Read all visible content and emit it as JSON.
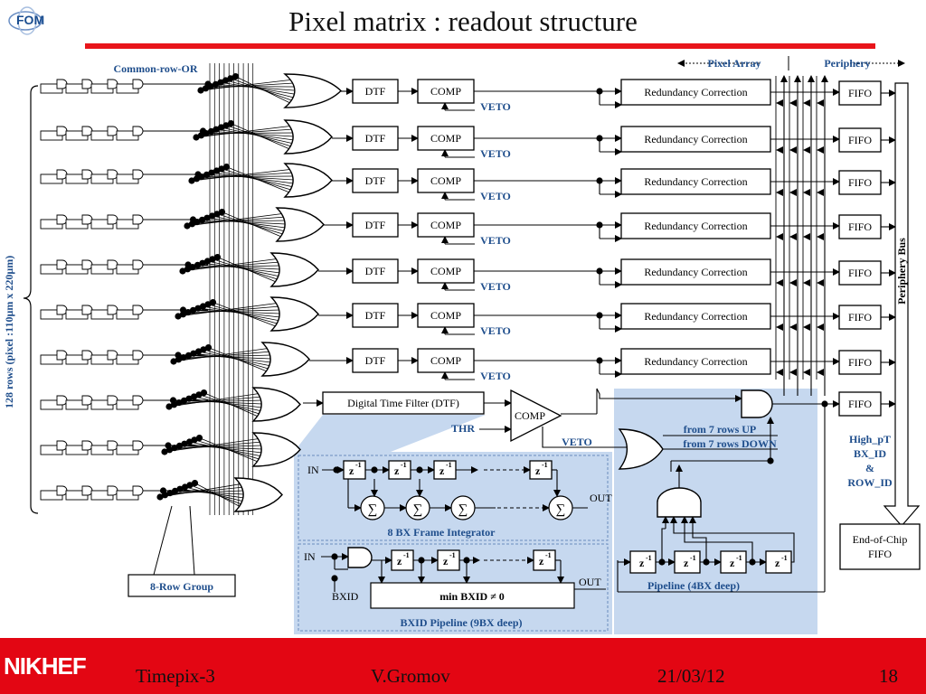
{
  "title": "Pixel matrix : readout structure",
  "logo_top": "FOM",
  "logo_bottom": "NIKHEF",
  "footer": {
    "left": "Timepix-3",
    "author": "V.Gromov",
    "date": "21/03/12",
    "page": "18"
  },
  "labels": {
    "common_row_or": "Common-row-OR",
    "pixel_array": "Pixel Array",
    "periphery": "Periphery",
    "rows": "128 rows (pixel :110µm  x  220µm)",
    "row_group": "8-Row Group",
    "periphery_bus": "Periphery  Bus",
    "dtf": "DTF",
    "comp": "COMP",
    "veto": "VETO",
    "redundancy": "Redundancy Correction",
    "fifo": "FIFO",
    "digital_filter": "Digital Time Filter (DTF)",
    "thr": "THR",
    "from_up": "from 7 rows UP",
    "from_down": "from 7 rows DOWN",
    "high_pt": [
      "High_pT",
      "BX_ID",
      "&",
      "ROW_ID"
    ],
    "eoc_fifo": [
      "End-of-Chip",
      "FIFO"
    ],
    "in": "IN",
    "out": "OUT",
    "z": "z",
    "z_exp": "-1",
    "sigma": "∑",
    "integrator": "8 BX Frame Integrator",
    "bxid": "BXID",
    "min_bxid": "min BXID ≠ 0",
    "bxid_pipeline": "BXID Pipeline (9BX deep)",
    "pipeline": "Pipeline (4BX deep)"
  },
  "colors": {
    "accent_red": "#e30613",
    "label_blue": "#1f4e8c",
    "panel_blue": "#c6d8ef"
  }
}
